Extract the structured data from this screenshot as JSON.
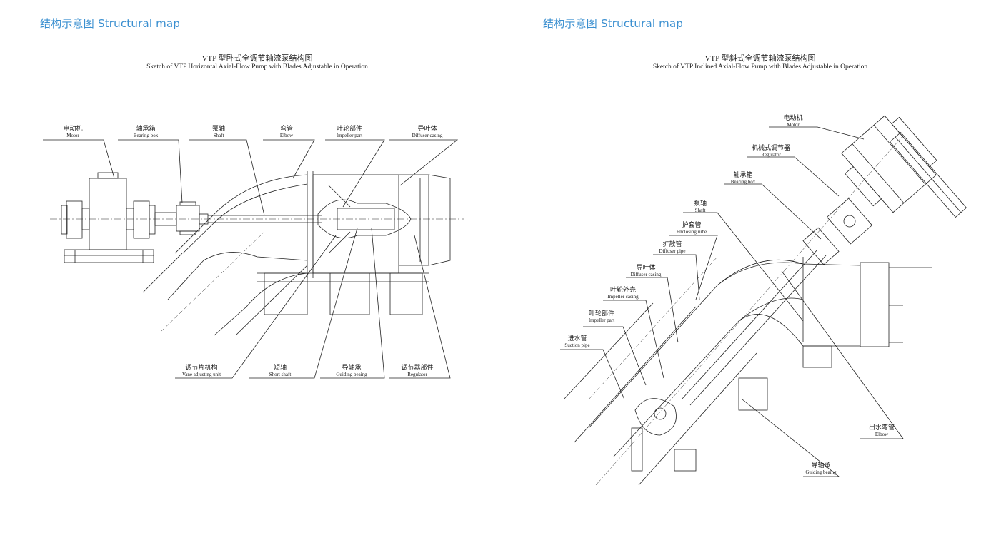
{
  "section_title": "结构示意图 Structural map",
  "left": {
    "title_cn": "VTP 型卧式全调节轴流泵结构图",
    "title_en": "Sketch of VTP Horizontal Axial-Flow Pump with Blades Adjustable in Operation",
    "labels": {
      "motor_cn": "电动机",
      "motor_en": "Motor",
      "bearing_cn": "轴承箱",
      "bearing_en": "Bearing box",
      "shaft_cn": "泵轴",
      "shaft_en": "Shaft",
      "elbow_cn": "弯管",
      "elbow_en": "Elbow",
      "impeller_cn": "叶轮部件",
      "impeller_en": "Impeller part",
      "diffuser_cn": "导叶体",
      "diffuser_en": "Diffuser casing",
      "vane_cn": "调节片机构",
      "vane_en": "Vane adjusting unit",
      "shortshaft_cn": "短轴",
      "shortshaft_en": "Short shaft",
      "guiding_cn": "导轴承",
      "guiding_en": "Guiding beaing",
      "regulator_cn": "调节器部件",
      "regulator_en": "Regulator"
    }
  },
  "right": {
    "title_cn": "VTP 型斜式全调节轴流泵结构图",
    "title_en": "Sketch of VTP Inclined Axial-Flow Pump with Blades Adjustable in Operation",
    "labels": {
      "motor_cn": "电动机",
      "motor_en": "Motor",
      "regulator_cn": "机械式调节器",
      "regulator_en": "Regulator",
      "bearing_cn": "轴承箱",
      "bearing_en": "Bearing box",
      "shaft_cn": "泵轴",
      "shaft_en": "Shaft",
      "enclosing_cn": "护套管",
      "enclosing_en": "Enclosing rube",
      "diffpipe_cn": "扩散管",
      "diffpipe_en": "Diffuser pipe",
      "diffcasing_cn": "导叶体",
      "diffcasing_en": "Diffuser casing",
      "impcasing_cn": "叶轮外壳",
      "impcasing_en": "Impeller casing",
      "imppart_cn": "叶轮部件",
      "imppart_en": "Impeller part",
      "suction_cn": "进水管",
      "suction_en": "Suction pipe",
      "elbow_cn": "出水弯管",
      "elbow_en": "Elbow",
      "guiding_cn": "导轴承",
      "guiding_en": "Guiding beaing"
    }
  }
}
